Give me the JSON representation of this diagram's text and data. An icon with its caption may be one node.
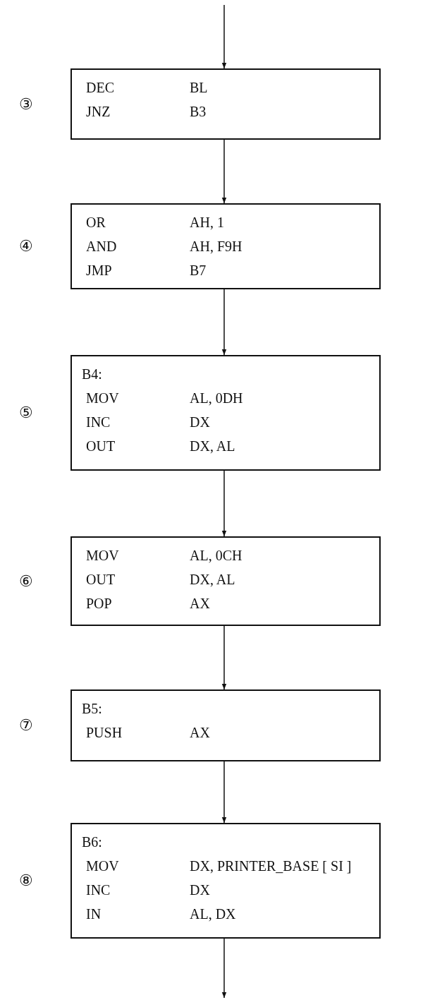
{
  "diagram": {
    "nodes": [
      {
        "text": [
          "DEC",
          "BL",
          "JNZ",
          "B3"
        ],
        "beside": [
          "③"
        ]
      },
      {
        "text": [
          "OR",
          "AH, 1",
          "AND",
          "AH, F9H",
          "JMP",
          "B7"
        ],
        "beside": [
          "④"
        ]
      },
      {
        "text": [
          "B4:",
          "MOV",
          "AL, 0DH",
          "INC",
          "DX",
          "OUT",
          "DX, AL"
        ],
        "beside": [
          "⑤"
        ]
      },
      {
        "text": [
          "MOV",
          "AL, 0CH",
          "OUT",
          "DX, AL",
          "POP",
          "AX"
        ],
        "beside": [
          "⑥"
        ]
      },
      {
        "text": [
          "B5:",
          "PUSH",
          "AX"
        ],
        "beside": [
          "⑦"
        ]
      },
      {
        "text": [
          "B6:",
          "MOV",
          "DX, PRINTER_BASE [ SI ]",
          "INC",
          "DX",
          "IN",
          "AL, DX"
        ],
        "beside": [
          "⑧"
        ]
      }
    ],
    "edges": [
      {
        "from": null,
        "to": 0,
        "arrow": "to"
      },
      {
        "from": 0,
        "to": 1,
        "arrow": "to"
      },
      {
        "from": 1,
        "to": 2,
        "arrow": "to"
      },
      {
        "from": 2,
        "to": 3,
        "arrow": "to"
      },
      {
        "from": 3,
        "to": 4,
        "arrow": "to"
      },
      {
        "from": 4,
        "to": 5,
        "arrow": "to"
      },
      {
        "from": 5,
        "to": null,
        "arrow": "to"
      }
    ]
  }
}
